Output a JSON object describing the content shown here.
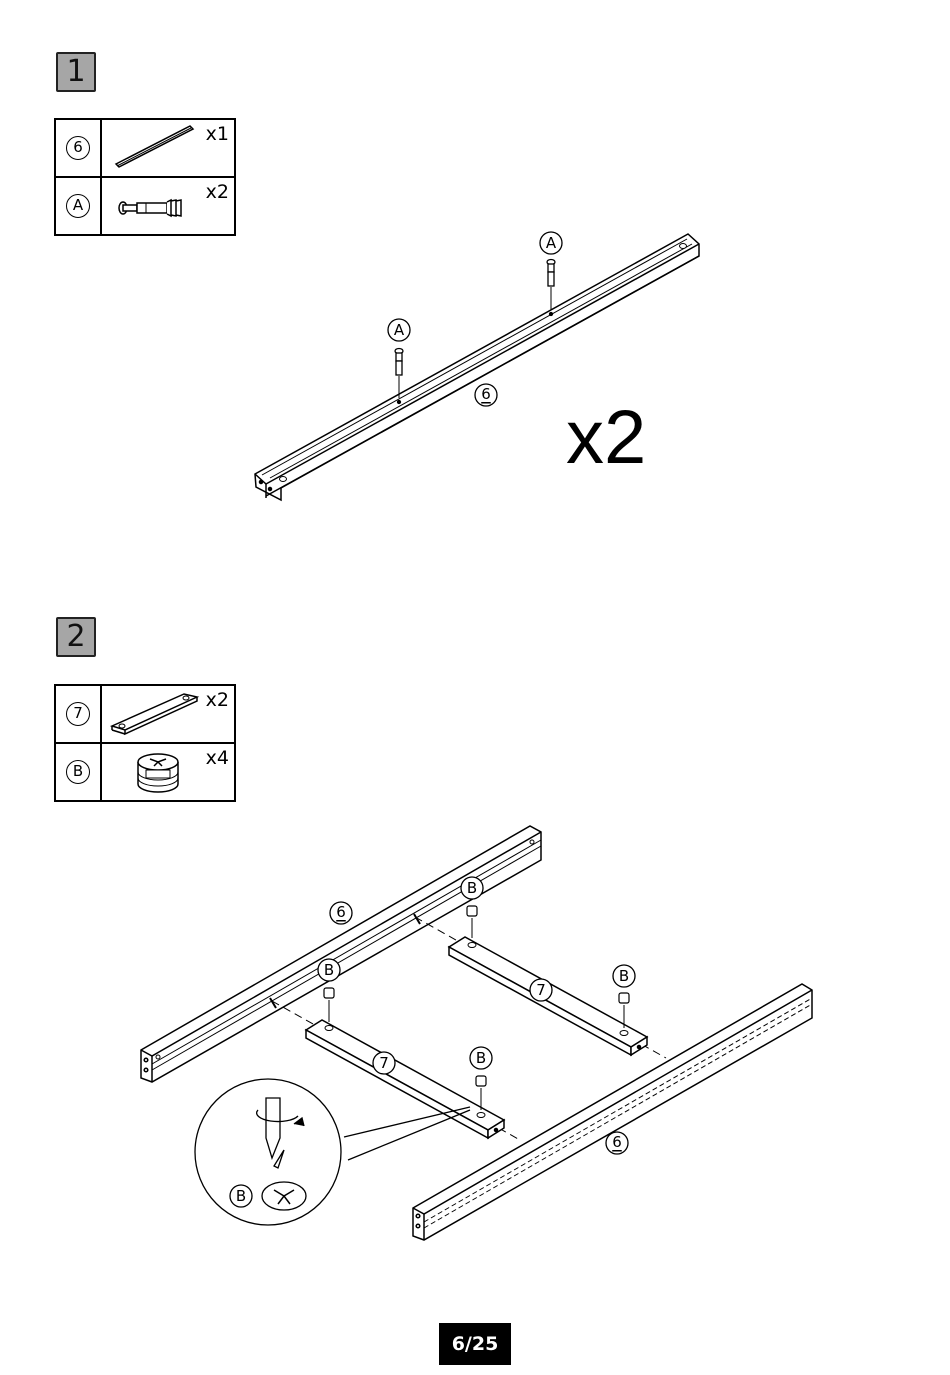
{
  "steps": [
    {
      "number": "1",
      "parts": [
        {
          "id": "6",
          "qty": "x1",
          "icon": "long-rail-icon"
        },
        {
          "id": "A",
          "qty": "x2",
          "icon": "cam-bolt-icon"
        }
      ],
      "callouts": {
        "bolt_left": "A",
        "bolt_right": "A",
        "rail": "6"
      },
      "multiplier": "x2"
    },
    {
      "number": "2",
      "parts": [
        {
          "id": "7",
          "qty": "x2",
          "icon": "short-slat-icon"
        },
        {
          "id": "B",
          "qty": "x4",
          "icon": "cam-lock-icon"
        }
      ],
      "callouts": {
        "rail_back": "6",
        "rail_front": "6",
        "slat_left": "7",
        "slat_right": "7",
        "cam_1": "B",
        "cam_2": "B",
        "cam_3": "B",
        "cam_4": "B",
        "detail_cam": "B"
      }
    }
  ],
  "page": "6/25"
}
